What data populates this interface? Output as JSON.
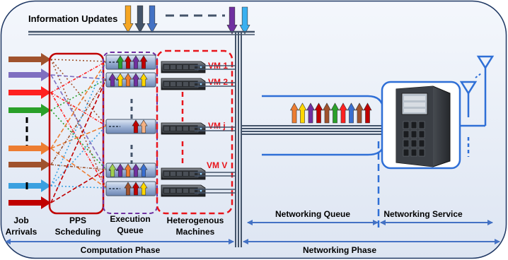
{
  "labels": {
    "info_updates": "Information Updates",
    "vm1": "VM 1",
    "vm2": "VM 2",
    "vmj": "VM j",
    "vmv": "VM V",
    "job": "Job",
    "arrivals": "Arrivals",
    "pps": "PPS",
    "scheduling": "Scheduling",
    "execution": "Execution",
    "queue": "Queue",
    "heterogenous": "Heterogenous",
    "machines": "Machines",
    "networking_queue": "Networking Queue",
    "networking_service": "Networking  Service",
    "computation_phase": "Computation Phase",
    "networking_phase": "Networking Phase"
  },
  "colors": {
    "background_panel": "#e9eef6",
    "panel_border": "#1f3864",
    "red": "#e8141b",
    "purple": "#7030a0",
    "blue": "#4472c4",
    "dark_bus": "#44546a",
    "job_colors": [
      "#a0522d",
      "#7f6fc0",
      "#ff2020",
      "#2aa02a",
      "#ed7d31",
      "#a0522d",
      "#3aa0e0",
      "#c00000"
    ],
    "update_colors": [
      "#f5a623",
      "#44546a",
      "#4472c4",
      "#7030a0",
      "#3ab0f0"
    ],
    "packet_colors": [
      "#ed7d31",
      "#ffd700",
      "#7030a0",
      "#c00000",
      "#a0522d",
      "#2aa02a",
      "#ff2020",
      "#3a6fd0",
      "#a0522d",
      "#c00000"
    ]
  },
  "icons": {
    "server": "server-icon",
    "tower": "tower-server-icon",
    "antenna": "antenna-icon"
  }
}
